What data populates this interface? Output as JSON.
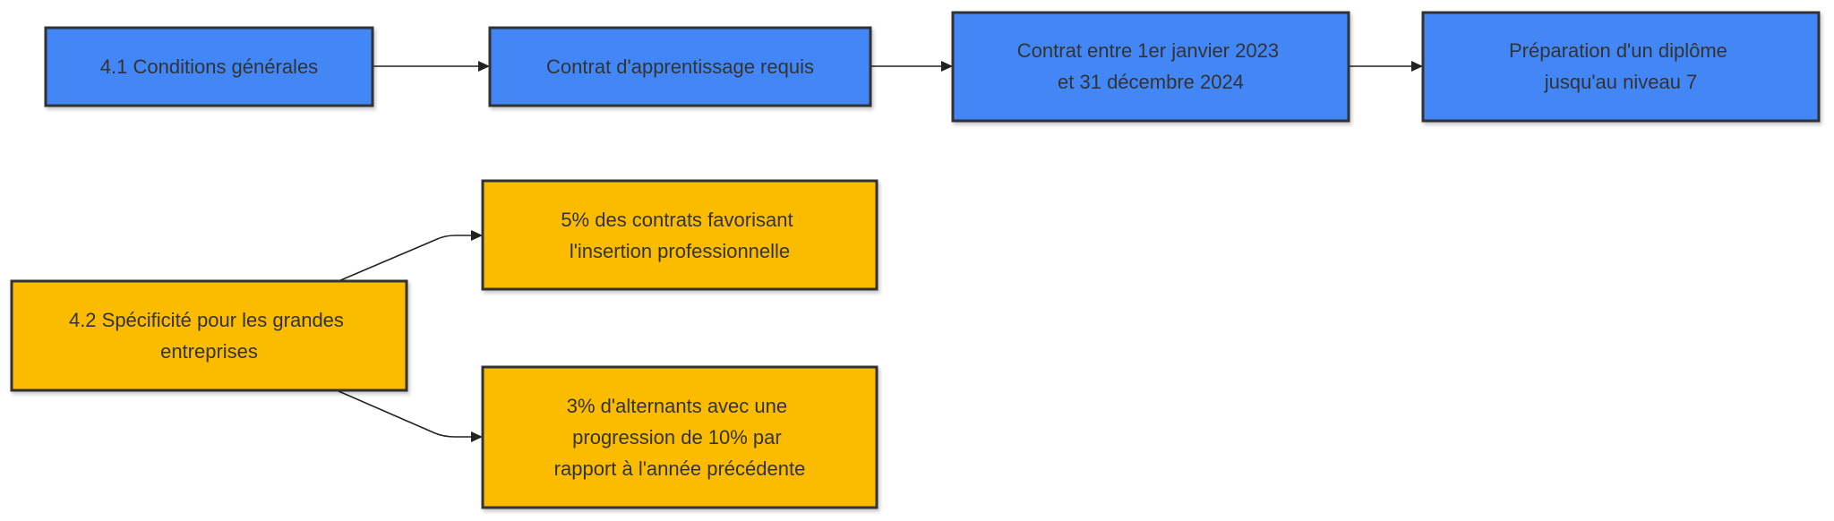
{
  "colors": {
    "blue_fill": "#4287f5",
    "yellow_fill": "#fbbc04",
    "border": "#333333",
    "text": "#333333",
    "edge": "#222222"
  },
  "nodes": [
    {
      "id": "n1",
      "color": "blue",
      "lines": [
        "4.1 Conditions générales"
      ]
    },
    {
      "id": "n2",
      "color": "blue",
      "lines": [
        "Contrat d'apprentissage requis"
      ]
    },
    {
      "id": "n3",
      "color": "blue",
      "lines": [
        "Contrat entre 1er janvier 2023",
        "et 31 décembre 2024"
      ]
    },
    {
      "id": "n4",
      "color": "blue",
      "lines": [
        "Préparation d'un diplôme",
        "jusqu'au niveau 7"
      ]
    },
    {
      "id": "n5",
      "color": "yellow",
      "lines": [
        "4.2 Spécificité pour les grandes",
        "entreprises"
      ]
    },
    {
      "id": "n6",
      "color": "yellow",
      "lines": [
        "5% des contrats favorisant",
        "l'insertion professionnelle"
      ]
    },
    {
      "id": "n7",
      "color": "yellow",
      "lines": [
        "3% d'alternants avec une",
        "progression de 10% par",
        "rapport à l'année précédente"
      ]
    }
  ],
  "edges": [
    {
      "from": "n1",
      "to": "n2"
    },
    {
      "from": "n2",
      "to": "n3"
    },
    {
      "from": "n3",
      "to": "n4"
    },
    {
      "from": "n5",
      "to": "n6"
    },
    {
      "from": "n5",
      "to": "n7"
    }
  ]
}
